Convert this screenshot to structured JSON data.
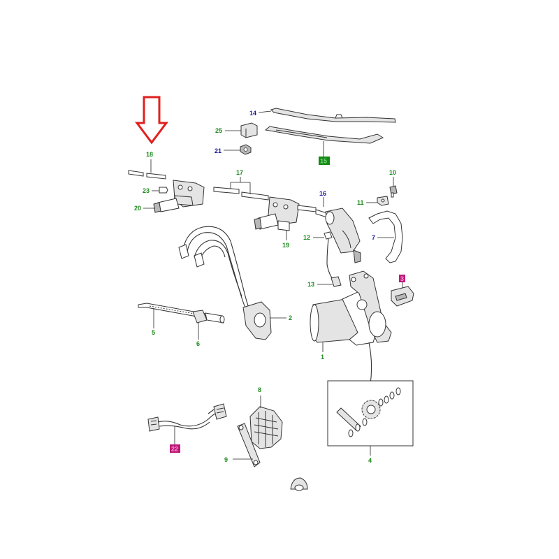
{
  "colors": {
    "arrow": "#e02020",
    "label_green": "#1e8a1e",
    "label_blue": "#1a1a9a",
    "badge_green": "#138a13",
    "badge_magenta": "#c0187a",
    "line": "#333333"
  },
  "callouts": {
    "c1": "1",
    "c2": "2",
    "c3": "3",
    "c4": "4",
    "c5": "5",
    "c6": "6",
    "c7": "7",
    "c8": "8",
    "c9": "9",
    "c10": "10",
    "c11": "11",
    "c12": "12",
    "c13": "13",
    "c14": "14",
    "c15": "15",
    "c16": "16",
    "c17": "17",
    "c18": "18",
    "c19": "19",
    "c20": "20",
    "c21": "21",
    "c22": "22",
    "c23": "23",
    "c25": "25"
  },
  "icons": {
    "highlight_arrow": "down-arrow-icon"
  }
}
